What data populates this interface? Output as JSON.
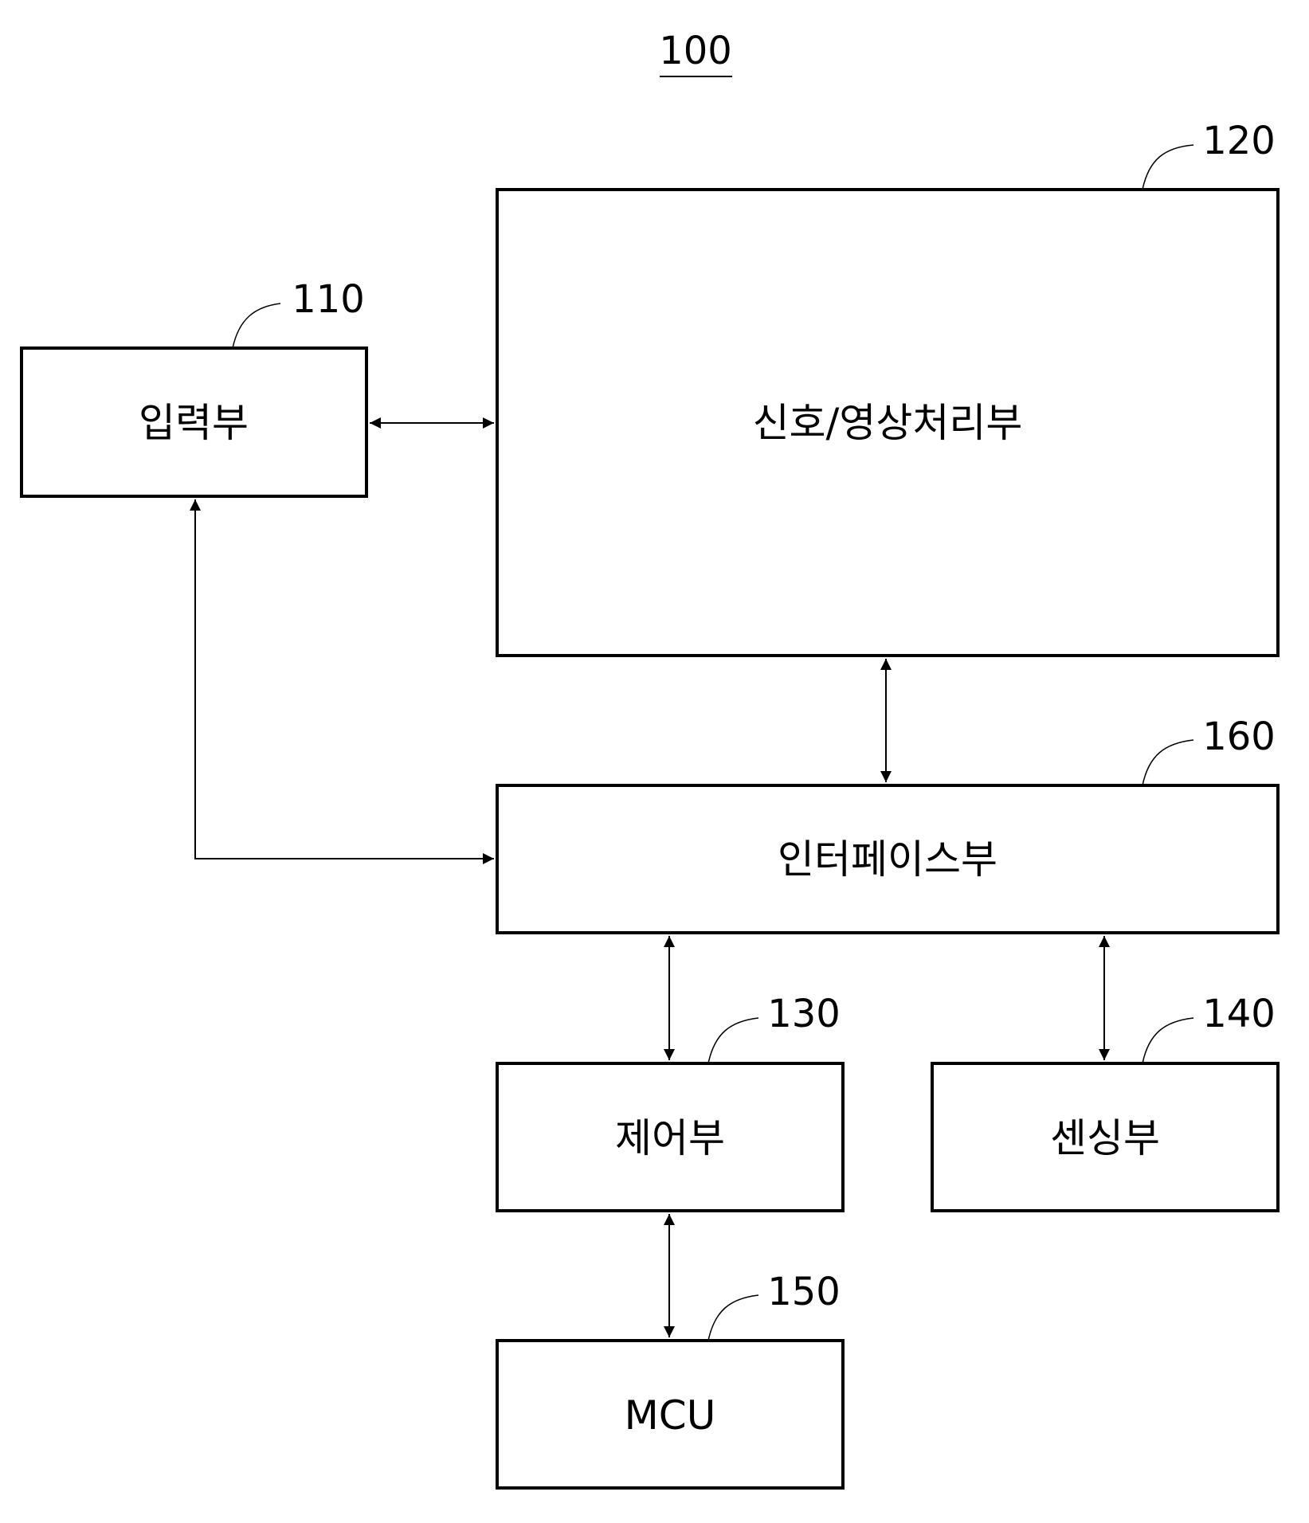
{
  "figure_ref": "100",
  "blocks": [
    {
      "id": "input",
      "ref": "110",
      "label": "입력부"
    },
    {
      "id": "signal",
      "ref": "120",
      "label": "신호/영상처리부"
    },
    {
      "id": "interface",
      "ref": "160",
      "label": "인터페이스부"
    },
    {
      "id": "control",
      "ref": "130",
      "label": "제어부"
    },
    {
      "id": "sensing",
      "ref": "140",
      "label": "센싱부"
    },
    {
      "id": "mcu",
      "ref": "150",
      "label": "MCU"
    }
  ],
  "connections": [
    {
      "from": "input",
      "to": "signal",
      "direction": "bidirectional"
    },
    {
      "from": "signal",
      "to": "interface",
      "direction": "bidirectional"
    },
    {
      "from": "interface",
      "to": "input",
      "direction": "bidirectional"
    },
    {
      "from": "interface",
      "to": "control",
      "direction": "bidirectional"
    },
    {
      "from": "interface",
      "to": "sensing",
      "direction": "bidirectional"
    },
    {
      "from": "control",
      "to": "mcu",
      "direction": "bidirectional"
    }
  ]
}
